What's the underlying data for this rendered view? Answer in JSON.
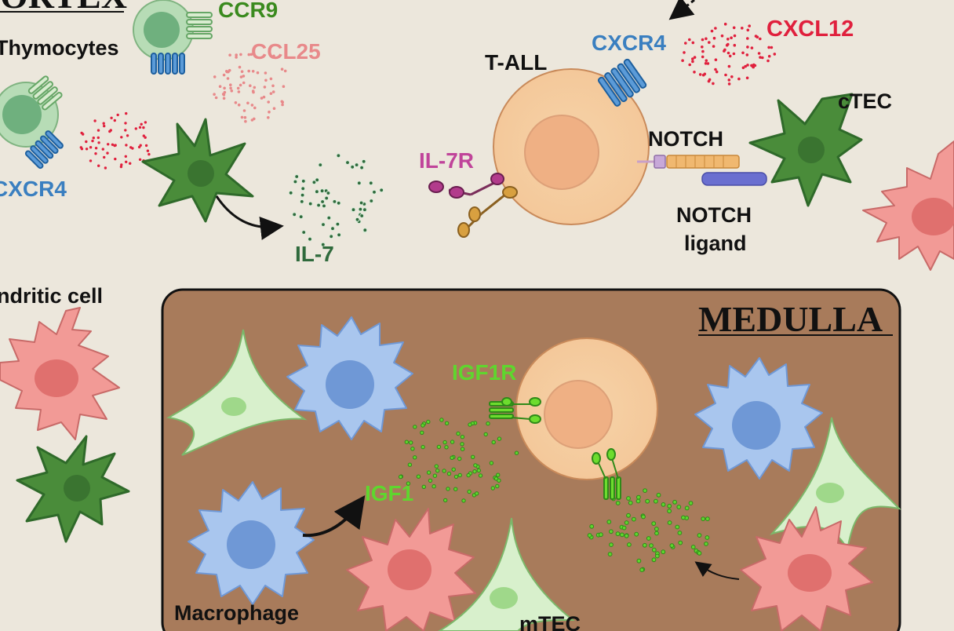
{
  "regions": {
    "cortex_title": "ORTEX",
    "medulla_title": "MEDULLA"
  },
  "labels": {
    "ccr9": "CCR9",
    "thymocytes": "Thymocytes",
    "ccl25": "CCL25",
    "cxcr4_left": "CXCR4",
    "il7": "IL-7",
    "t_all": "T-ALL",
    "cxcr4": "CXCR4",
    "cxcl12": "CXCL12",
    "il7r": "IL-7R",
    "notch": "NOTCH",
    "notch_ligand_1": "NOTCH",
    "notch_ligand_2": "ligand",
    "ctec": "cTEC",
    "dendritic_cell": "ndritic cell",
    "igf1r": "IGF1R",
    "igf1": "IGF1",
    "macrophage": "Macrophage",
    "mtec": "mTEC"
  },
  "colors": {
    "background": "#ece7dc",
    "medulla": "#a87b5b",
    "ccr9": "#3a8a1e",
    "ccl25": "#e8898a",
    "cxcr4": "#3a7fc0",
    "cxcl12": "#e0203d",
    "il7": "#2f6a3c",
    "il7r": "#c0449a",
    "igf1": "#5fd62e",
    "text": "#111111"
  },
  "icons": [
    "thymocyte-cell",
    "t-all-cell",
    "ctec-cell",
    "dendritic-cell",
    "macrophage-cell",
    "mtec-cell",
    "receptor",
    "ligand-dots",
    "arrow"
  ]
}
